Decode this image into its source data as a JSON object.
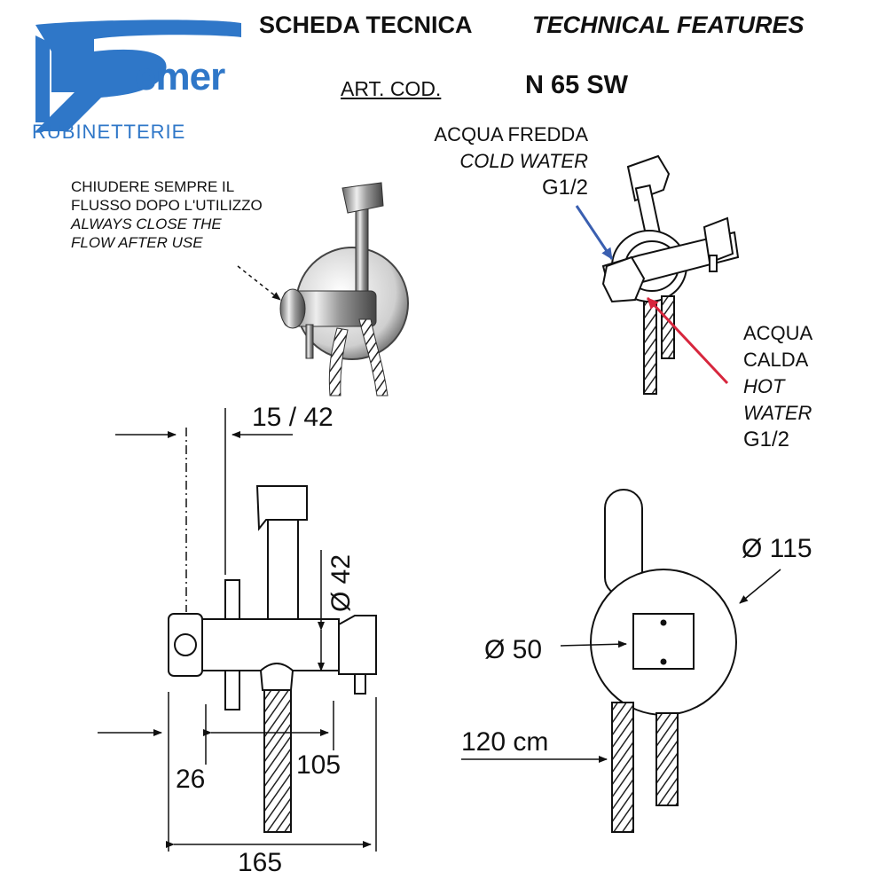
{
  "brand": {
    "name": "emer",
    "initial": "R",
    "subtitle": "RUBINETTERIE",
    "color": "#2f77c8"
  },
  "header": {
    "title_it": "SCHEDA TECNICA",
    "title_en": "TECHNICAL FEATURES",
    "art_label": "ART. COD.",
    "art_code": "N 65 SW"
  },
  "note": {
    "line1": "CHIUDERE SEMPRE IL",
    "line2": "FLUSSO DOPO L'UTILIZZO",
    "line3": "ALWAYS CLOSE THE",
    "line4": "FLOW AFTER  USE"
  },
  "cold": {
    "line1": "ACQUA FREDDA",
    "line2": "COLD WATER",
    "line3": "G1/2",
    "arrow_color": "#3a5fb0"
  },
  "hot": {
    "line1": "ACQUA",
    "line2": "CALDA",
    "line3": "HOT",
    "line4": "WATER",
    "line5": "G1/2",
    "arrow_color": "#d7263d"
  },
  "dimensions": {
    "d15_42": "15 / 42",
    "d42": "Ø 42",
    "d26": "26",
    "d105": "105",
    "d165": "165",
    "d115": "Ø 115",
    "d50": "Ø 50",
    "d120": "120 cm"
  }
}
